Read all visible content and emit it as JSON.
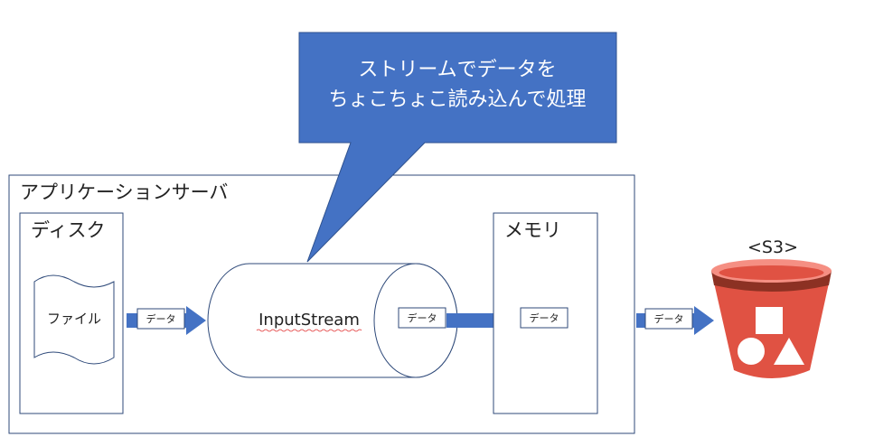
{
  "callout": {
    "line1": "ストリームでデータを",
    "line2": "ちょこちょこ読み込んで処理",
    "fill": "#4472c4"
  },
  "app_server": {
    "label": "アプリケーションサーバ"
  },
  "disk": {
    "label": "ディスク",
    "file_label": "ファイル"
  },
  "stream": {
    "label": "InputStream"
  },
  "memory": {
    "label": "メモリ"
  },
  "data_tag": "データ",
  "s3": {
    "label": "<S3>",
    "bucket_color": "#e05243",
    "bucket_dark": "#8c3123",
    "bucket_rim": "#f58f83"
  },
  "colors": {
    "arrow": "#4472c4",
    "border": "#2f4a7a"
  }
}
